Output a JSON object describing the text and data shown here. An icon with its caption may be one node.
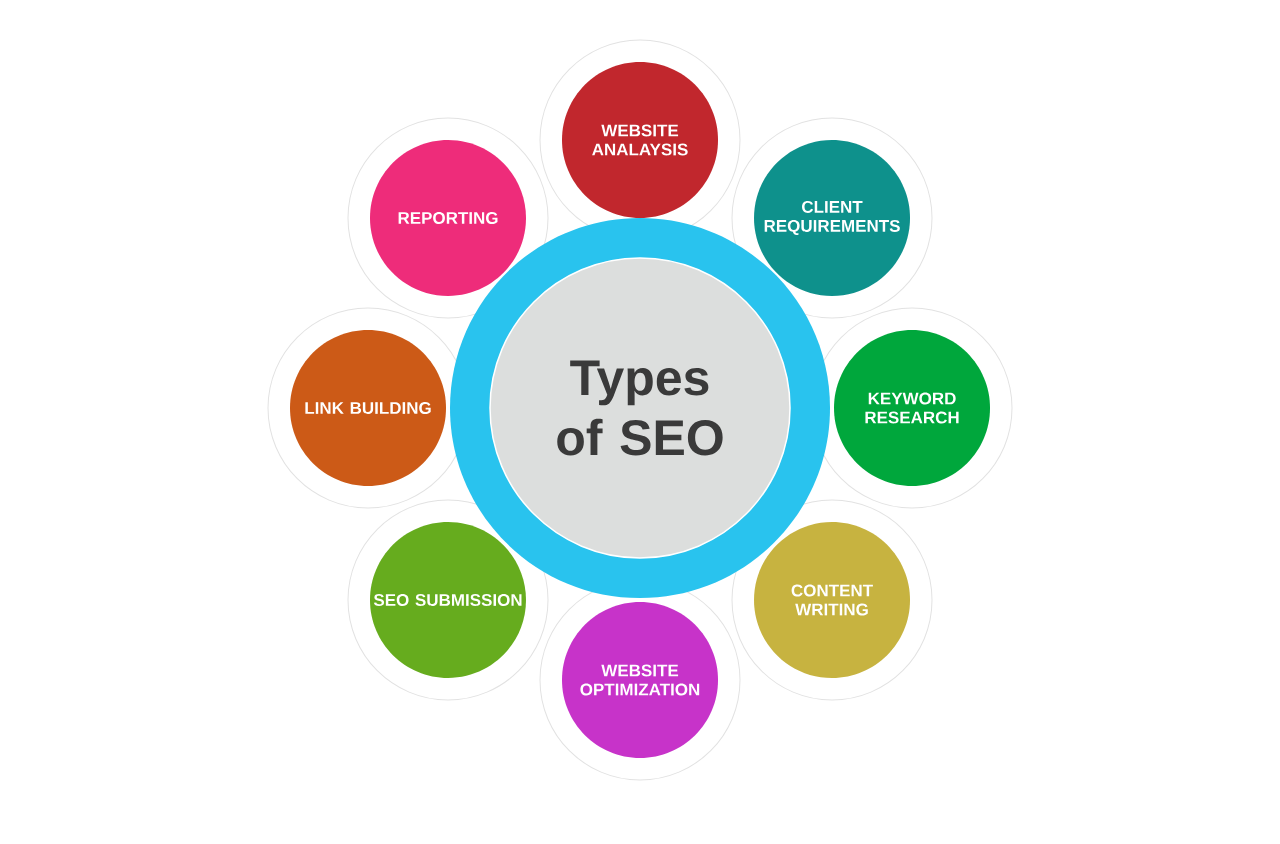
{
  "diagram": {
    "nodes": [
      {
        "text": [
          "WEBSITE ANALAYSIS"
        ]
      },
      {
        "text": [
          "REPORTING"
        ]
      },
      {
        "text": [
          "CLIENT REQUIREMENTS"
        ]
      },
      {
        "text": [
          "LINK BUILDING"
        ]
      },
      {
        "text": [
          "Types of SEO"
        ]
      },
      {
        "text": [
          "KEYWORD RESEARCH"
        ]
      },
      {
        "text": [
          "SEO SUBMISSION"
        ]
      },
      {
        "text": [
          "CONTENT WRITING"
        ]
      },
      {
        "text": [
          "WEBSITE OPTIMIZATION"
        ]
      }
    ]
  }
}
